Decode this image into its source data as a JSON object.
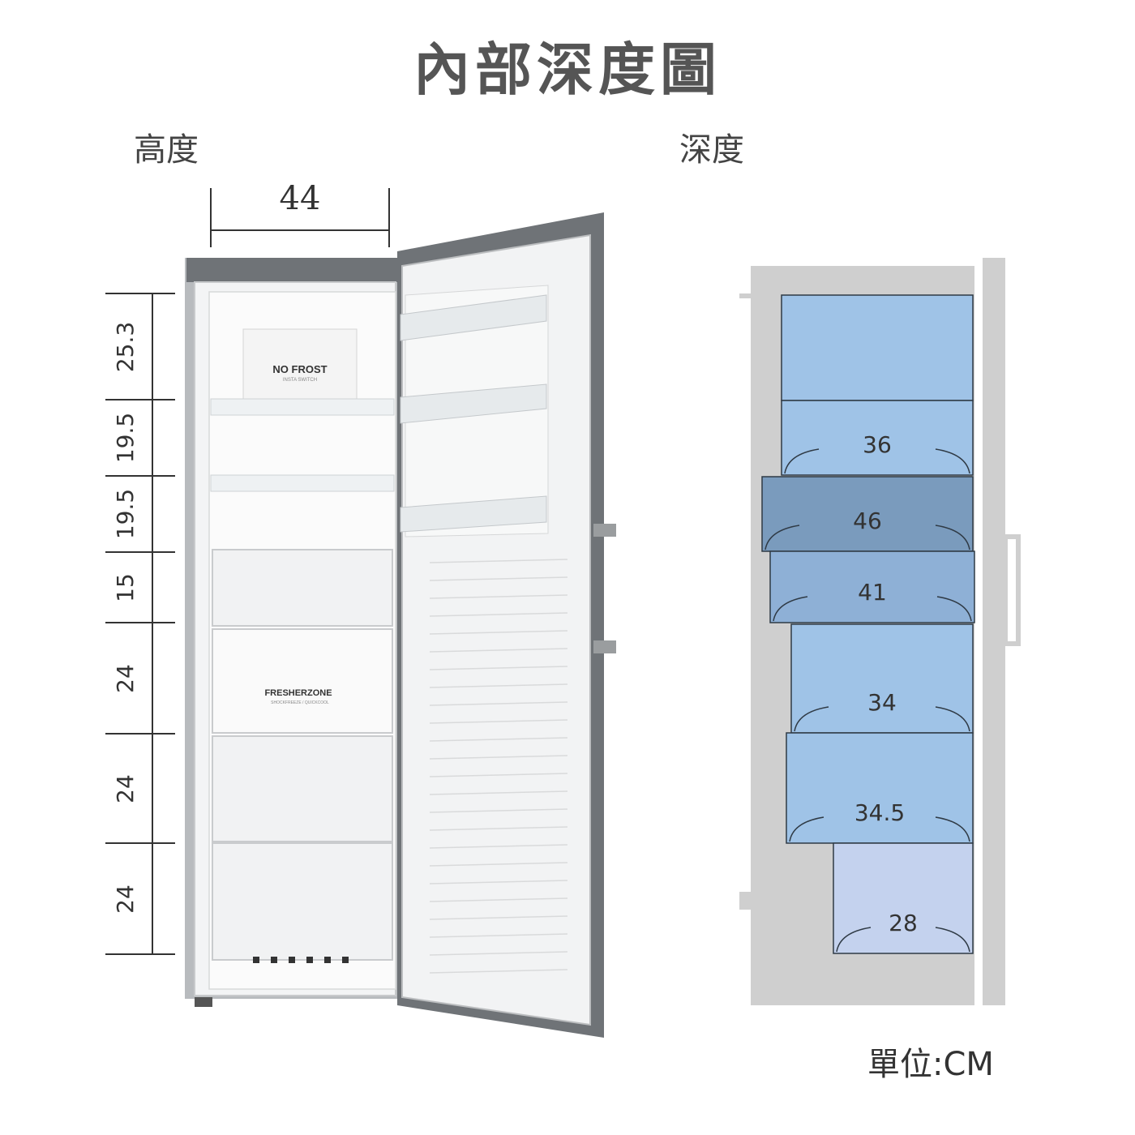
{
  "title": "內部深度圖",
  "height_section_label": "高度",
  "depth_section_label": "深度",
  "interior_width": "44",
  "shelf_heights": [
    "25.3",
    "19.5",
    "19.5",
    "15",
    "24",
    "24",
    "24"
  ],
  "shelf_depths": [
    "36",
    "46",
    "41",
    "34",
    "34.5",
    "28"
  ],
  "unit_label": "單位:CM",
  "fridge_text": {
    "no_frost": "NO FROST",
    "no_frost_sub": "INSTA SWITCH",
    "fresherzone": "FRESHERZONE",
    "fresherzone_sub": "SHOCKFREEZE / QUICKCOOL"
  },
  "colors": {
    "shelf_light": "#9fc3e7",
    "shelf_dark": "#7a9bbd",
    "shelf_mid": "#8eb0d6",
    "bottom_drawer": "#c4d2ee",
    "cabinet_gray": "#cfcfcf"
  }
}
